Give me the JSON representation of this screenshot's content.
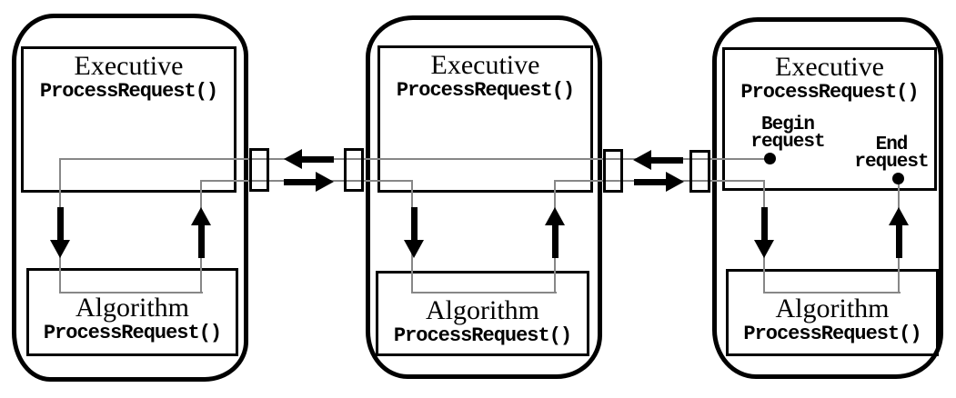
{
  "colors": {
    "ink": "#000000",
    "flow_line": "#878787",
    "background": "#ffffff"
  },
  "panels": [
    {
      "name": "component-1",
      "executive": {
        "title": "Executive",
        "method": "ProcessRequest()"
      },
      "algorithm": {
        "title": "Algorithm",
        "method": "ProcessRequest()"
      }
    },
    {
      "name": "component-2",
      "executive": {
        "title": "Executive",
        "method": "ProcessRequest()"
      },
      "algorithm": {
        "title": "Algorithm",
        "method": "ProcessRequest()"
      }
    },
    {
      "name": "component-3",
      "executive": {
        "title": "Executive",
        "method": "ProcessRequest()"
      },
      "algorithm": {
        "title": "Algorithm",
        "method": "ProcessRequest()"
      },
      "begin_request": {
        "line1": "Begin",
        "line2": "request"
      },
      "end_request": {
        "line1": "End",
        "line2": "request"
      }
    }
  ]
}
